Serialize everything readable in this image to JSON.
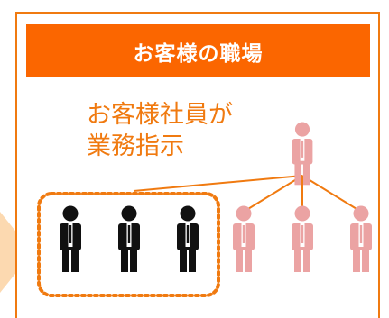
{
  "header": {
    "title": "お客様の職場"
  },
  "caption": {
    "text": "お客様社員が\n業務指示"
  },
  "colors": {
    "accent": "#f07a10",
    "header_bg": "#fb6600",
    "arrow_fill": "#fcd9b0",
    "staff_black": "#111111",
    "staff_pink": "#eba3a3",
    "manager_pink": "#eba3a3"
  },
  "figures": {
    "manager": {
      "name": "manager-figure",
      "color": "pink"
    },
    "subordinates": [
      {
        "name": "person-figure-1",
        "color": "black",
        "grouped": true
      },
      {
        "name": "person-figure-2",
        "color": "black",
        "grouped": true
      },
      {
        "name": "person-figure-3",
        "color": "black",
        "grouped": true
      },
      {
        "name": "person-figure-4",
        "color": "pink",
        "grouped": false
      },
      {
        "name": "person-figure-5",
        "color": "pink",
        "grouped": false
      },
      {
        "name": "person-figure-6",
        "color": "pink",
        "grouped": false
      }
    ]
  }
}
